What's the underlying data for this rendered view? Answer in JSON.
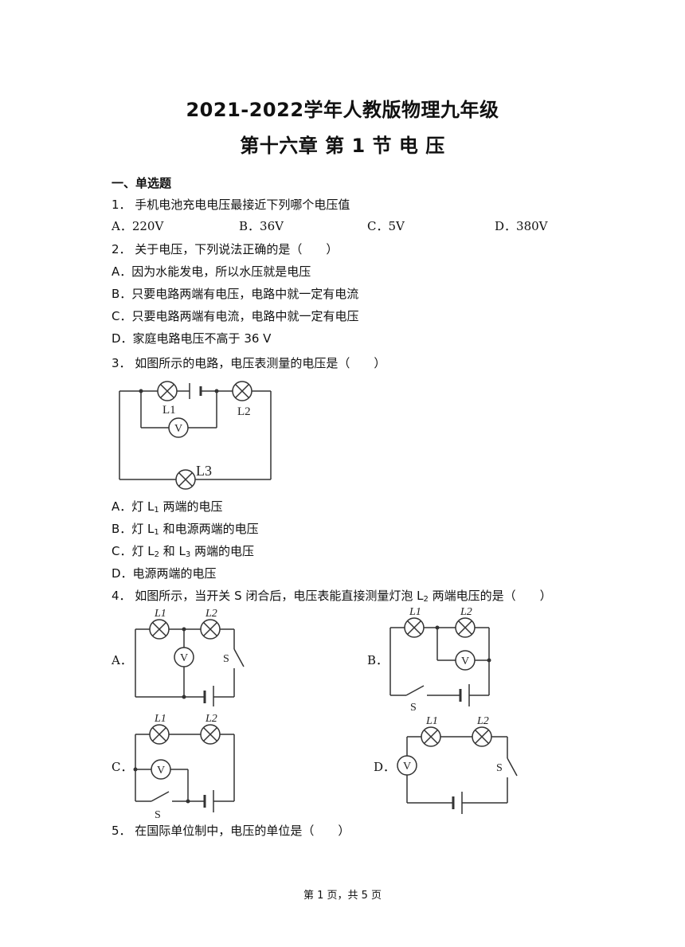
{
  "title": {
    "line1": "2021-2022学年人教版物理九年级",
    "line2": "第十六章  第 1 节  电  压"
  },
  "section": "一、单选题",
  "q1": {
    "stem": "1．  手机电池充电电压最接近下列哪个电压值",
    "options": [
      "A．220V",
      "B．36V",
      "C．5V",
      "D．380V"
    ]
  },
  "q2": {
    "stem": "2．  关于电压，下列说法正确的是（　　）",
    "options": [
      "A．因为水能发电，所以水压就是电压",
      "B．只要电路两端有电压，电路中就一定有电流",
      "C．只要电路两端有电流，电路中就一定有电压",
      "D．家庭电路电压不高于 36 V"
    ]
  },
  "q3": {
    "stem": "3．  如图所示的电路，电压表测量的电压是（　　）",
    "figure": {
      "lamps": [
        "L1",
        "L2",
        "L3"
      ],
      "meter": "V"
    },
    "options": [
      {
        "prefix": "A．灯  L",
        "sub": "1",
        "suffix": " 两端的电压"
      },
      {
        "prefix": "B．灯  L",
        "sub": "1",
        "suffix": " 和电源两端的电压"
      },
      {
        "prefix": "C．灯  L",
        "sub": "2",
        "mid": " 和  L",
        "sub2": "3",
        "suffix": " 两端的电压"
      },
      {
        "prefix": "D．电源两端的电压"
      }
    ]
  },
  "q4": {
    "stem_a": "4．  如图所示，当开关 S 闭合后，电压表能直接测量灯泡 L",
    "stem_sub": "2",
    "stem_b": " 两端电压的是（　　）",
    "labels": [
      "A．",
      "B．",
      "C．",
      "D．"
    ],
    "circuit_labels": {
      "l1": "L1",
      "l2": "L2",
      "switch": "S",
      "meter": "V"
    }
  },
  "q5": {
    "stem": "5．  在国际单位制中，电压的单位是（　　）"
  },
  "footer": "第 1 页，共 5 页"
}
